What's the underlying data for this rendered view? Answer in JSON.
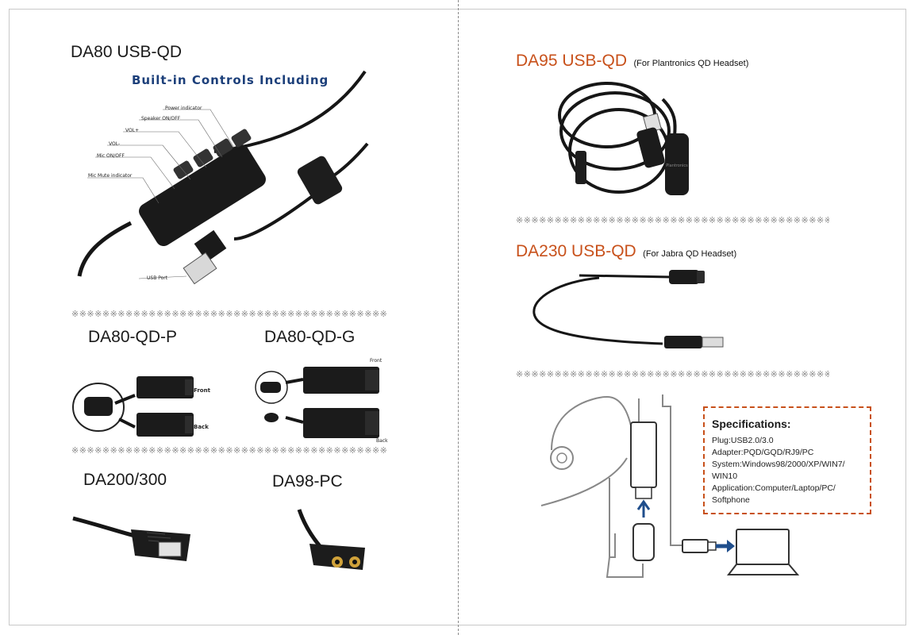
{
  "left": {
    "da80": {
      "title": "DA80 USB-QD",
      "controls_heading": "Built-in Controls Including",
      "callouts": [
        "Power indicator",
        "Speaker ON/OFF",
        "VOL+",
        "VOL-",
        "Mic ON/OFF",
        "Mic Mute indicator"
      ],
      "usb_port_label": "USB Port"
    },
    "separator_1": "※※※※※※※※※※※※※※※※※※※※※※※※※※※※※※※※※※※※※※※※※",
    "qd_p": {
      "title": "DA80-QD-P",
      "front_label": "Front",
      "back_label": "Back"
    },
    "qd_g": {
      "title": "DA80-QD-G",
      "front_label": "Front",
      "back_label": "Back"
    },
    "separator_2": "※※※※※※※※※※※※※※※※※※※※※※※※※※※※※※※※※※※※※※※※※",
    "da200": {
      "title": "DA200/300"
    },
    "da98": {
      "title": "DA98-PC"
    }
  },
  "right": {
    "da95": {
      "title": "DA95 USB-QD",
      "note": "(For Plantronics QD Headset)",
      "connector_text": "Plantronics"
    },
    "separator_1": "※※※※※※※※※※※※※※※※※※※※※※※※※※※※※※※※※※※※※※※※※※※",
    "da230": {
      "title": "DA230 USB-QD",
      "note": "(For Jabra QD Headset)"
    },
    "separator_2": "※※※※※※※※※※※※※※※※※※※※※※※※※※※※※※※※※※※※※※※※※※※",
    "specs": {
      "title": "Specifications:",
      "lines": [
        "Plug:USB2.0/3.0",
        "Adapter:PQD/GQD/RJ9/PC",
        "System:Windows98/2000/XP/WIN7/",
        "WIN10",
        "Application:Computer/Laptop/PC/",
        "Softphone"
      ]
    }
  },
  "colors": {
    "accent_orange": "#c8511b",
    "heading_blue": "#1c3f7a",
    "cable_black": "#161616",
    "diagram_gray": "#888888",
    "arrow_blue": "#1f4e8c"
  },
  "icons": [
    "usb-plug-icon",
    "qd-connector-icon",
    "rj9-connector-icon",
    "pc-jack-icon",
    "headset-icon",
    "laptop-icon",
    "arrow-up-icon",
    "arrow-right-icon"
  ]
}
